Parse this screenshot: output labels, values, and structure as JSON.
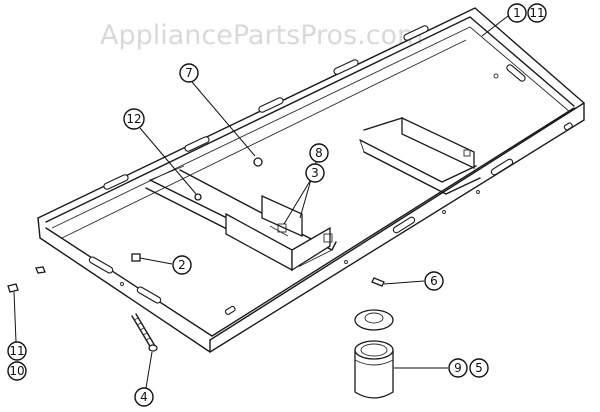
{
  "watermark": "AppliancePartsPros.com",
  "callouts": {
    "c1": "1",
    "c11a": "11",
    "c7": "7",
    "c12": "12",
    "c8": "8",
    "c3": "3",
    "c2": "2",
    "c6": "6",
    "c11b": "11",
    "c10": "10",
    "c4": "4",
    "c9": "9",
    "c5": "5"
  }
}
